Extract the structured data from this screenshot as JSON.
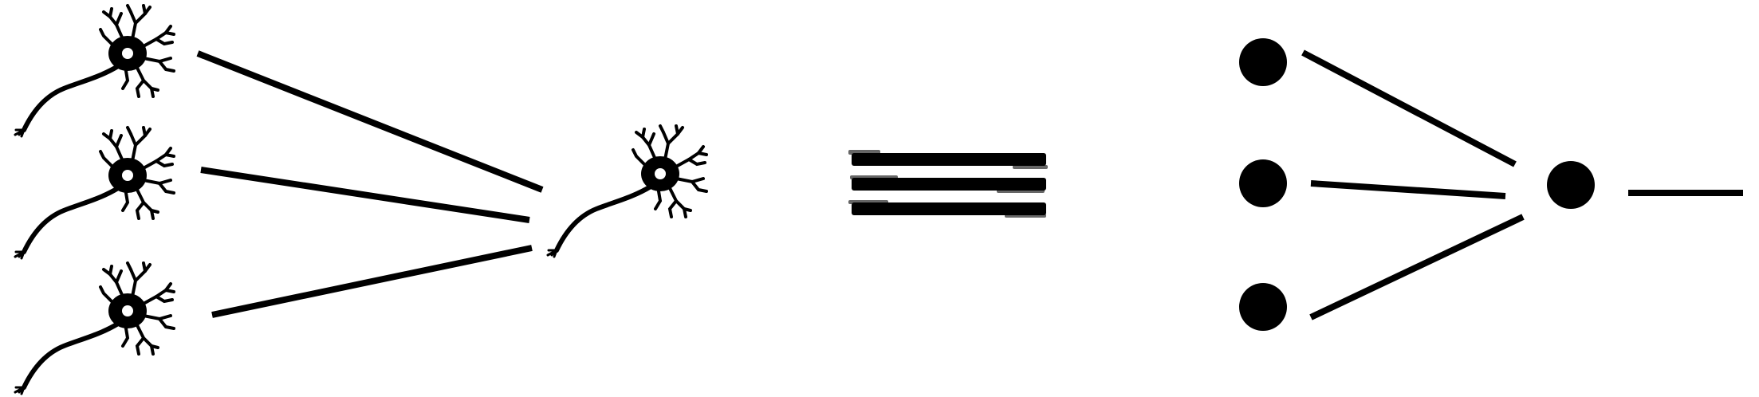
{
  "diagram": {
    "left_panel": {
      "input_neurons": [
        {
          "icon": "neuron-icon"
        },
        {
          "icon": "neuron-icon"
        },
        {
          "icon": "neuron-icon"
        }
      ],
      "output_neuron": {
        "icon": "neuron-icon"
      },
      "connections": 3
    },
    "equivalence": {
      "icon": "equivalence-icon"
    },
    "right_panel": {
      "input_nodes": 3,
      "output_node": 1,
      "connections": 3,
      "output_line": 1
    },
    "colors": {
      "ink": "#000000",
      "background": "#ffffff"
    }
  }
}
